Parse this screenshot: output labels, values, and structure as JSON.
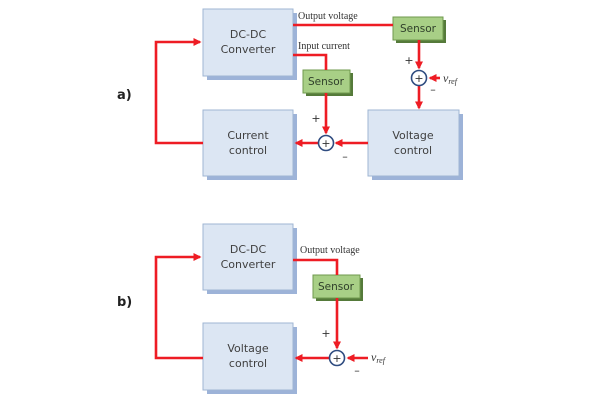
{
  "figure": {
    "panel_a": {
      "label": "a)",
      "blocks": {
        "converter": [
          "DC-DC",
          "Converter"
        ],
        "current_control": [
          "Current",
          "control"
        ],
        "voltage_control": [
          "Voltage",
          "control"
        ]
      },
      "sensors": {
        "voltage_sensor": "Sensor",
        "current_sensor": "Sensor"
      },
      "signals": {
        "output_voltage": "Output voltage",
        "input_current": "Input current"
      },
      "reference": {
        "symbol": "v",
        "subscript": "ref"
      },
      "signs": {
        "plus": "+",
        "minus": "–",
        "sum_glyph": "+"
      }
    },
    "panel_b": {
      "label": "b)",
      "blocks": {
        "converter": [
          "DC-DC",
          "Converter"
        ],
        "voltage_control": [
          "Voltage",
          "control"
        ]
      },
      "sensors": {
        "voltage_sensor": "Sensor"
      },
      "signals": {
        "output_voltage": "Output voltage"
      },
      "reference": {
        "symbol": "v",
        "subscript": "ref"
      },
      "signs": {
        "plus": "+",
        "minus": "–",
        "sum_glyph": "+"
      }
    },
    "colors": {
      "wire": "#ee1c24",
      "block_fill": "#dce6f3",
      "sensor_fill": "#a8cf86",
      "summing_junction_stroke": "#2f4c80"
    }
  }
}
